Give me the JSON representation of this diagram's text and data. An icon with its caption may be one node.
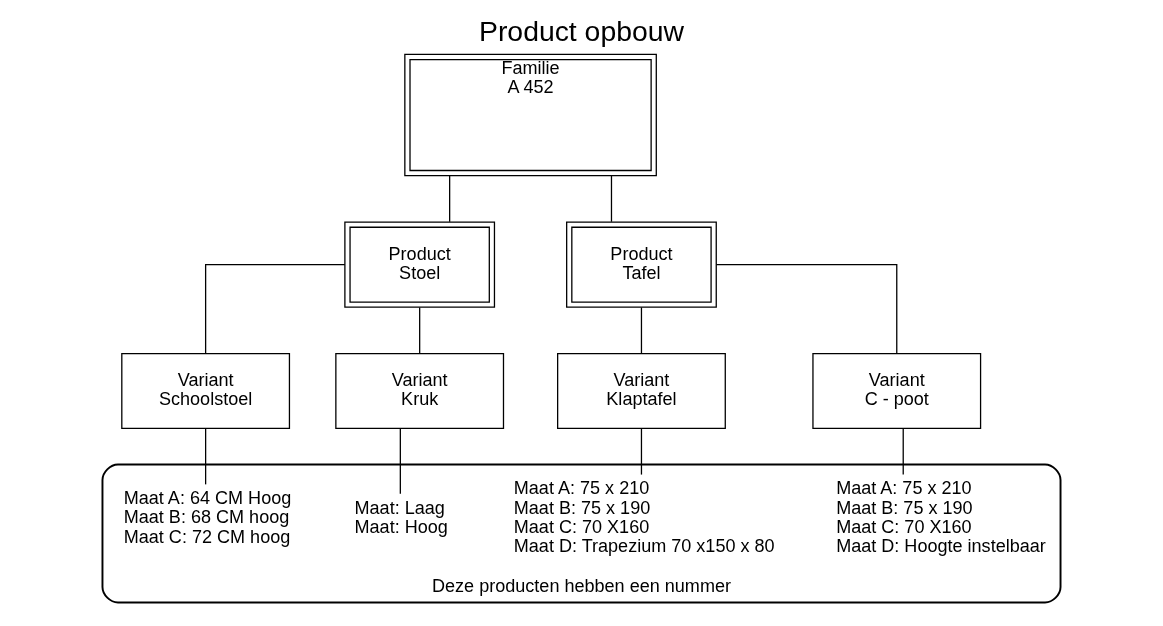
{
  "diagram": {
    "title": "Product opbouw",
    "nodes": [
      {
        "text": [
          "Familie",
          "A 452"
        ]
      },
      {
        "text": [
          "Product",
          "Stoel"
        ]
      },
      {
        "text": [
          "Product",
          "Tafel"
        ]
      },
      {
        "text": [
          "Variant",
          "Schoolstoel"
        ]
      },
      {
        "text": [
          "Variant",
          "Kruk"
        ]
      },
      {
        "text": [
          "Variant",
          "Klaptafel"
        ]
      },
      {
        "text": [
          "Variant",
          "C - poot"
        ]
      },
      {
        "text": [
          "Deze producten hebben een nummer"
        ]
      },
      {
        "text": [
          "Maat A: 64 CM Hoog",
          "Maat B: 68 CM hoog",
          "Maat C: 72 CM hoog"
        ],
        "in": 7
      },
      {
        "text": [
          "Maat: Laag",
          "Maat: Hoog"
        ],
        "in": 7
      },
      {
        "text": [
          "Maat A: 75 x 210",
          "Maat B: 75 x 190",
          "Maat C: 70 X160",
          "Maat D: Trapezium 70 x150 x 80"
        ],
        "in": 7
      },
      {
        "text": [
          "Maat A: 75 x 210",
          "Maat B: 75 x 190",
          "Maat C: 70 X160",
          "Maat D: Hoogte instelbaar"
        ],
        "in": 7
      }
    ],
    "edges": [
      {
        "from": 0,
        "to": 1,
        "arrow": "none"
      },
      {
        "from": 0,
        "to": 2,
        "arrow": "none"
      },
      {
        "from": 1,
        "to": 3,
        "arrow": "none"
      },
      {
        "from": 1,
        "to": 4,
        "arrow": "none"
      },
      {
        "from": 2,
        "to": 5,
        "arrow": "none"
      },
      {
        "from": 2,
        "to": 6,
        "arrow": "none"
      },
      {
        "from": 3,
        "to": 8,
        "arrow": "none"
      },
      {
        "from": 4,
        "to": 9,
        "arrow": "none"
      },
      {
        "from": 5,
        "to": 10,
        "arrow": "none"
      },
      {
        "from": 6,
        "to": 11,
        "arrow": "none"
      }
    ]
  }
}
